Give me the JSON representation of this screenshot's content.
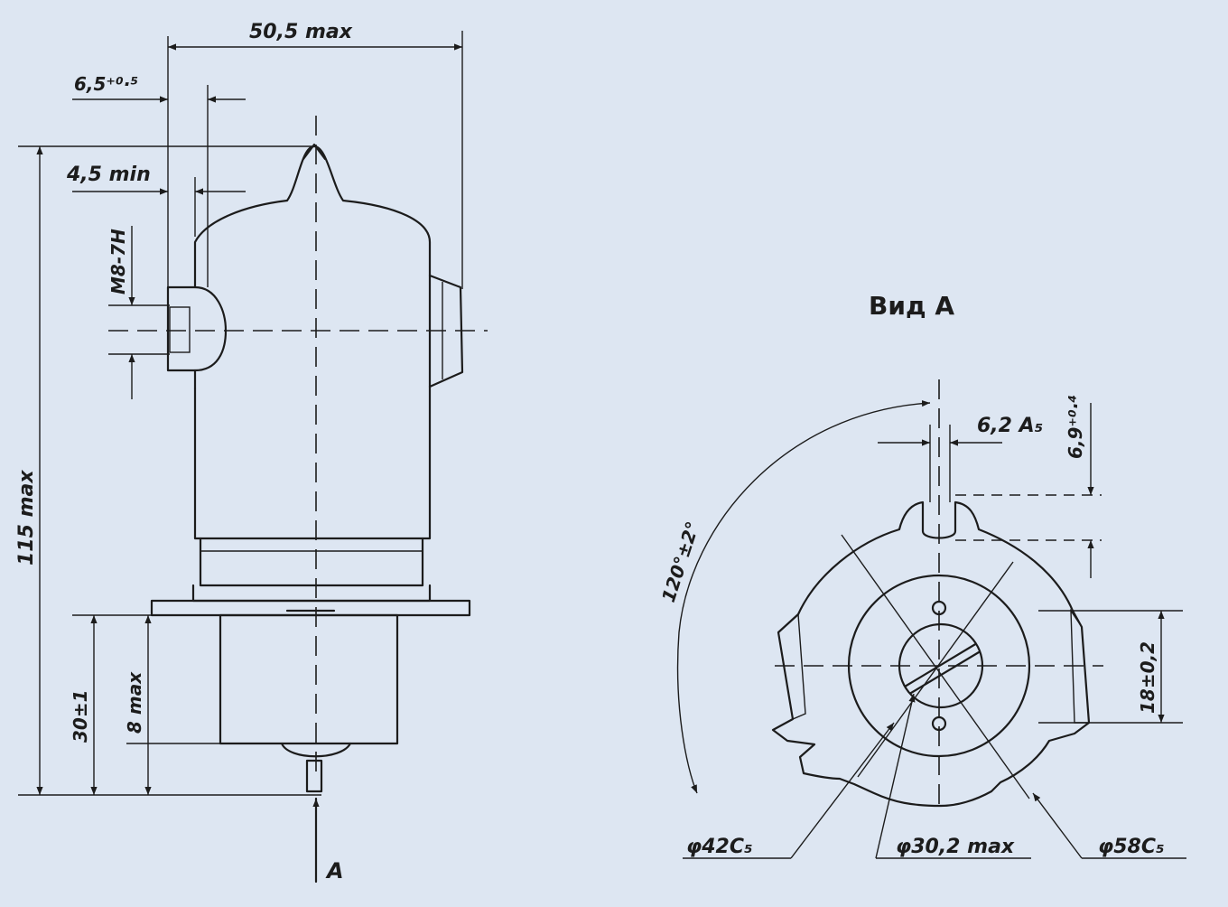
{
  "side_view": {
    "width_max": "50,5 max",
    "offset_tol": "6,5⁺⁰·⁵",
    "depth_min": "4,5 min",
    "thread": "M8-7H",
    "height_max": "115 max",
    "base_height": "30±1",
    "base_inner": "8 max",
    "view_arrow": "A"
  },
  "view_a": {
    "title": "Вид А",
    "slot_width": "6,2 A₅",
    "slot_depth": "6,9⁺⁰·⁴",
    "angle": "120°±2°",
    "flat_width": "18±0,2",
    "dia_inner": "φ42C₅",
    "dia_mid": "φ30,2 max",
    "dia_outer": "φ58C₅"
  }
}
